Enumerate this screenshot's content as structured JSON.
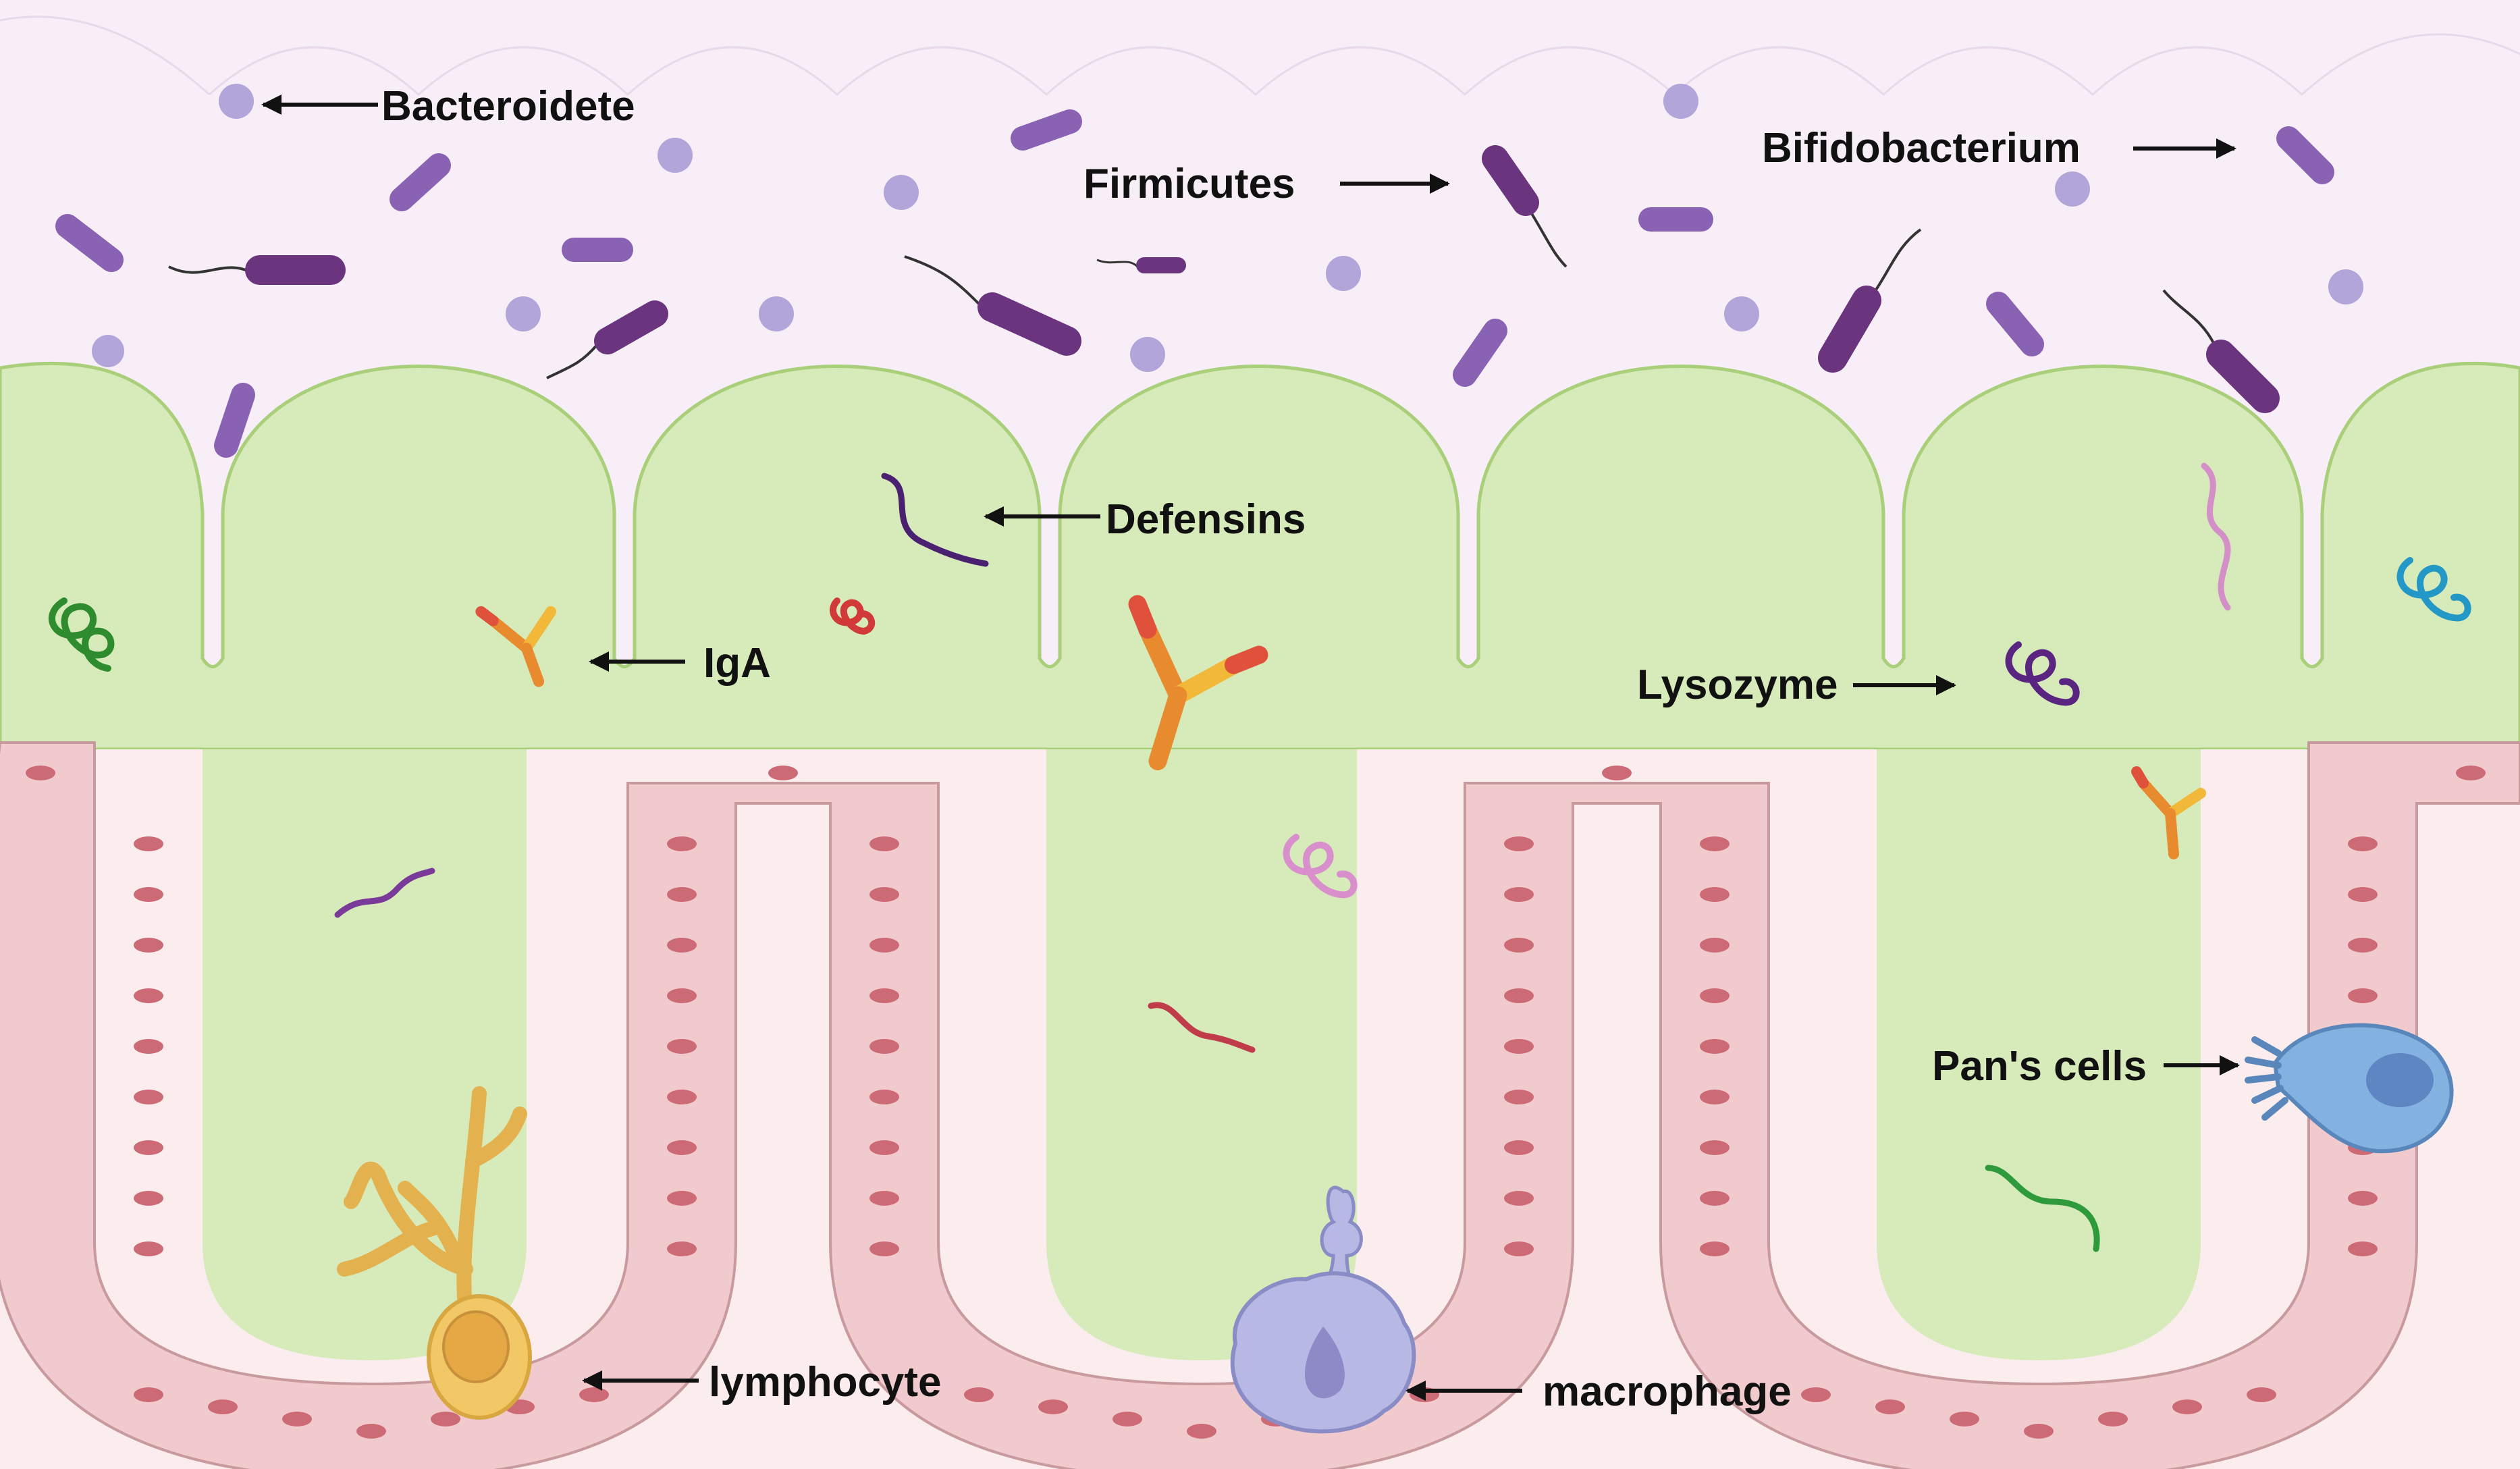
{
  "labels": {
    "bacteroidete": "Bacteroidete",
    "firmicutes": "Firmicutes",
    "bifidobacterium": "Bifidobacterium",
    "defensins": "Defensins",
    "iga": "IgA",
    "lysozyme": "Lysozyme",
    "pans_cells": "Pan's cells",
    "lymphocyte": "lymphocyte",
    "macrophage": "macrophage"
  },
  "colors": {
    "lumen": "#F7EEF8",
    "mucus": "#D6EABA",
    "mucus_edge": "#A9CF7A",
    "tissue": "#FBEDEE",
    "epithelium": "#F0CACC",
    "epithelium_edge": "#C89A9E",
    "nucleus": "#CC6A76",
    "bacteroidete": "#B1A5DA",
    "firmicutes": "#8A62B3",
    "bifidobacterium": "#6A347F",
    "lymphocyte": "#F2C766",
    "macrophage": "#B7B8E4",
    "pans_cell": "#84B2E0",
    "iga_orange": "#E88A2E",
    "iga_yellow": "#F1B83A",
    "iga_red": "#E0513C"
  },
  "icons": [
    "bacteroidete-icon",
    "firmicutes-icon",
    "bifidobacterium-icon",
    "defensin-icon",
    "iga-antibody-icon",
    "lysozyme-icon",
    "lymphocyte-icon",
    "macrophage-icon",
    "pans-cell-icon"
  ]
}
